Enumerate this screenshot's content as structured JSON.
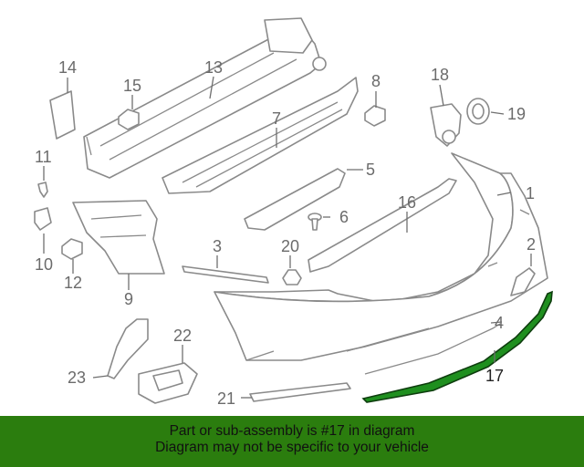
{
  "callouts": {
    "c1": "1",
    "c2": "2",
    "c3": "3",
    "c4": "4",
    "c5": "5",
    "c6": "6",
    "c7": "7",
    "c8": "8",
    "c9": "9",
    "c10": "10",
    "c11": "11",
    "c12": "12",
    "c13": "13",
    "c14": "14",
    "c15": "15",
    "c16": "16",
    "c17": "17",
    "c18": "18",
    "c19": "19",
    "c20": "20",
    "c21": "21",
    "c22": "22",
    "c23": "23"
  },
  "highlight_color": "#1f8f1f",
  "banner": {
    "line1": "Part or sub-assembly is #17 in diagram",
    "line2": "Diagram may not be specific to your vehicle",
    "background": "#2b7d0e"
  }
}
